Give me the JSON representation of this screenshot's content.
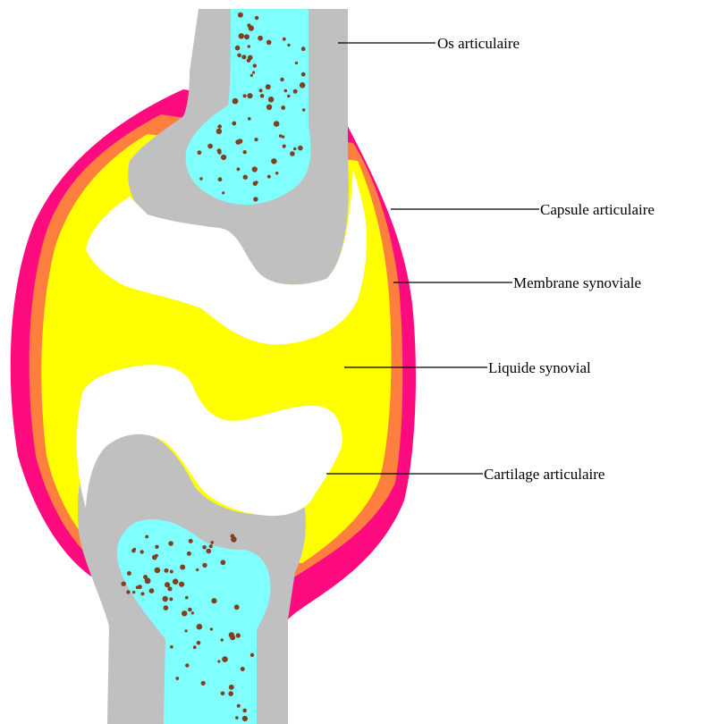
{
  "diagram": {
    "labels": {
      "os_articulaire": "Os articulaire",
      "capsule_articulaire": "Capsule articulaire",
      "membrane_synoviale": "Membrane synoviale",
      "liquide_synovial": "Liquide synovial",
      "cartilage_articulaire": "Cartilage articulaire"
    },
    "colors": {
      "capsule": "#ff0b80",
      "membrane": "#ff7f3f",
      "synovial_fluid": "#ffff00",
      "cartilage": "#ffffff",
      "bone_cortex": "#c0c0c0",
      "marrow": "#80ffff",
      "marrow_dots": "#804020",
      "leader_lines": "#000000"
    }
  }
}
